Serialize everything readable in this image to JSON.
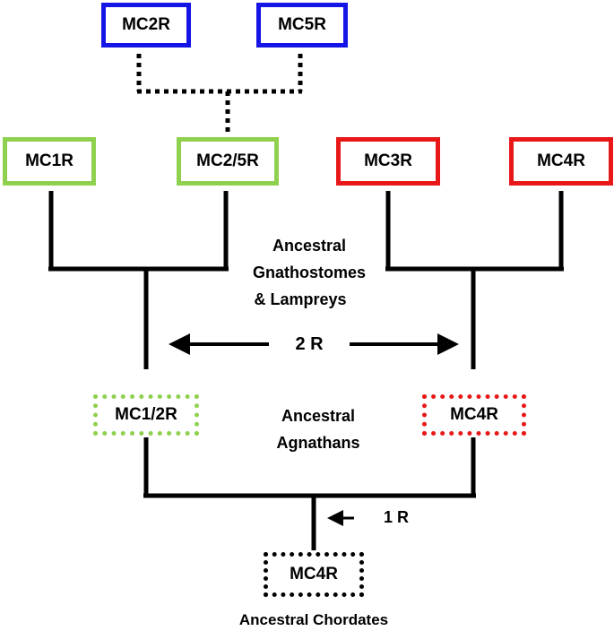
{
  "colors": {
    "blue": "#1515e8",
    "green": "#8fd14f",
    "red": "#e81818",
    "black": "#000000"
  },
  "nodes": {
    "mc2r": "MC2R",
    "mc5r": "MC5R",
    "mc1r": "MC1R",
    "mc25r": "MC2/5R",
    "mc3r": "MC3R",
    "mc4r": "MC4R",
    "mc12r_ancestral": "MC1/2R",
    "mc4r_ancestral": "MC4R",
    "mc4r_chordate": "MC4R"
  },
  "labels": {
    "gnathostomes_line1": "Ancestral",
    "gnathostomes_line2": "Gnathostomes",
    "gnathostomes_line3": "& Lampreys",
    "agnathans_line1": "Ancestral",
    "agnathans_line2": "Agnathans",
    "chordates": "Ancestral Chordates",
    "duplication_2r": "2 R",
    "duplication_1r": "1 R"
  }
}
